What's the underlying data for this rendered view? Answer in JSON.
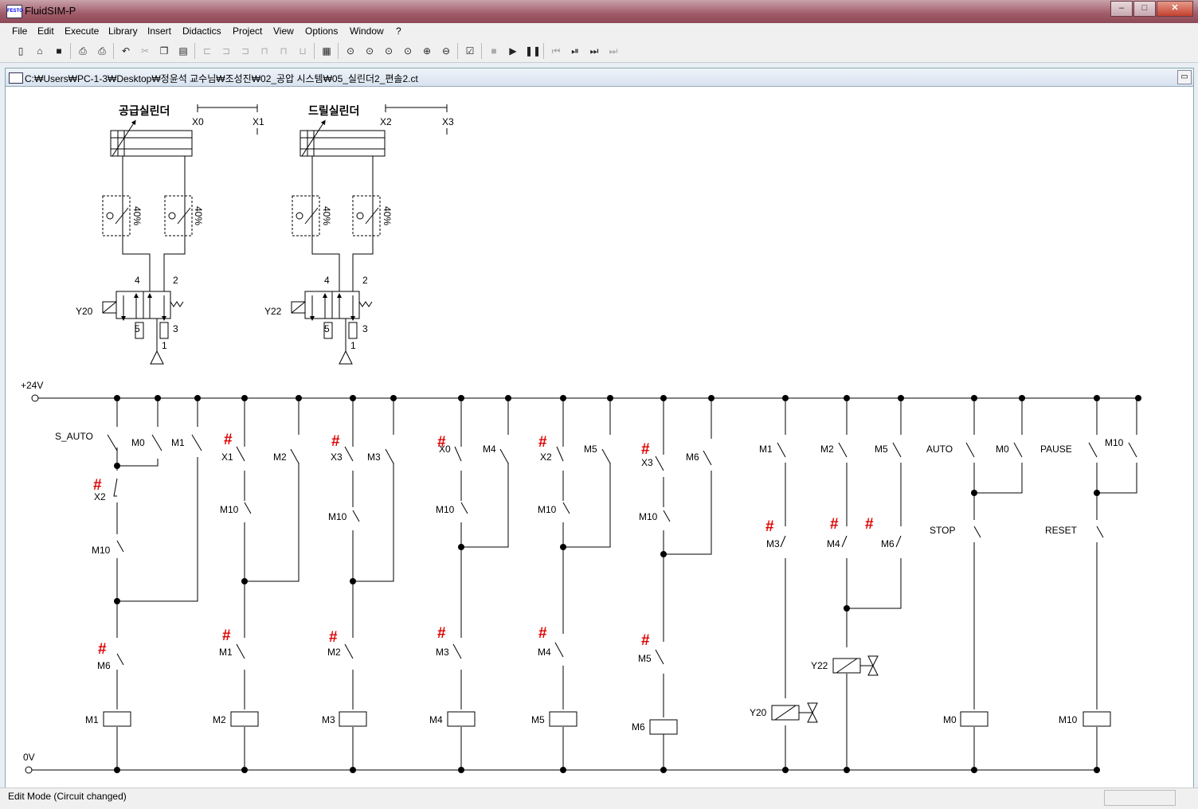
{
  "window": {
    "title": "FluidSIM-P",
    "minimize": "‒",
    "maximize": "□",
    "close": "✕"
  },
  "menu": [
    "File",
    "Edit",
    "Execute",
    "Library",
    "Insert",
    "Didactics",
    "Project",
    "View",
    "Options",
    "Window",
    "?"
  ],
  "document": {
    "title": "C:₩Users₩PC-1-3₩Desktop₩정윤석 교수님₩조성진₩02_공압 시스템₩05_실린더2_편솔2.ct"
  },
  "pneumatic": {
    "cylinder1": {
      "name": "공급실린더",
      "sensor_a": "X0",
      "sensor_b": "X1",
      "valve": "Y20",
      "port4": "4",
      "port2": "2",
      "port5": "5",
      "port3": "3",
      "port1": "1",
      "throttle": "40%"
    },
    "cylinder2": {
      "name": "드릴실린더",
      "sensor_a": "X2",
      "sensor_b": "X3",
      "valve": "Y22",
      "port4": "4",
      "port2": "2",
      "port5": "5",
      "port3": "3",
      "port1": "1",
      "throttle": "40%"
    }
  },
  "electrical": {
    "supply_pos": "+24V",
    "supply_neg": "0V",
    "mark": "#",
    "labels": {
      "s_auto": "S_AUTO",
      "m0a": "M0",
      "m1a": "M1",
      "x2a": "X2",
      "m10a": "M10",
      "m6a": "M6",
      "m1coil": "M1",
      "x1b": "X1",
      "m2b": "M2",
      "m10b": "M10",
      "m1b": "M1",
      "m2coil": "M2",
      "x3c": "X3",
      "m3c": "M3",
      "m10c": "M10",
      "m2c": "M2",
      "m3coil": "M3",
      "x0d": "X0",
      "m4d": "M4",
      "m10d": "M10",
      "m3d": "M3",
      "m4coil": "M4",
      "x2e": "X2",
      "m5e": "M5",
      "m10e": "M10",
      "m4e": "M4",
      "m5coil": "M5",
      "x3f": "X3",
      "m6f": "M6",
      "m10f": "M10",
      "m5f": "M5",
      "m6coil": "M6",
      "m1g": "M1",
      "m3g": "M3",
      "y20": "Y20",
      "m2h": "M2",
      "m5h": "M5",
      "m4h": "M4",
      "m6h": "M6",
      "y22": "Y22",
      "auto": "AUTO",
      "m0i": "M0",
      "stop": "STOP",
      "m0coil": "M0",
      "pause": "PAUSE",
      "m10j": "M10",
      "reset": "RESET",
      "m10coil": "M10"
    }
  },
  "status": {
    "text": "Edit Mode (Circuit changed)"
  }
}
